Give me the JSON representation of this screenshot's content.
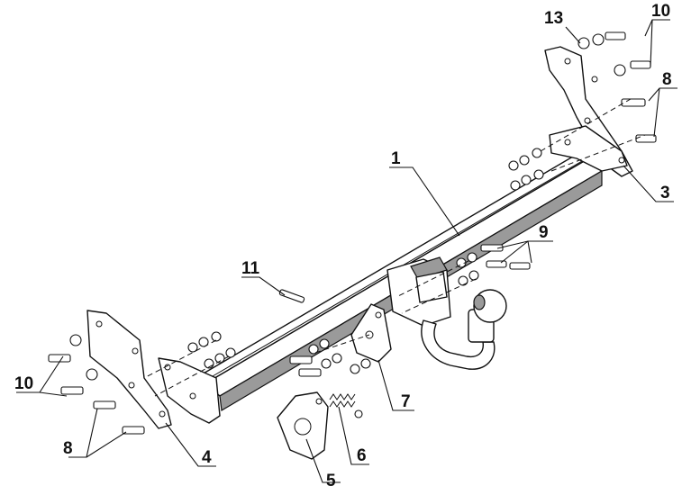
{
  "callouts": {
    "p1": "1",
    "p3": "3",
    "p4": "4",
    "p5": "5",
    "p6": "6",
    "p7": "7",
    "p8_right": "8",
    "p8_left": "8",
    "p9": "9",
    "p10_right": "10",
    "p10_left": "10",
    "p11": "11",
    "p13": "13"
  }
}
